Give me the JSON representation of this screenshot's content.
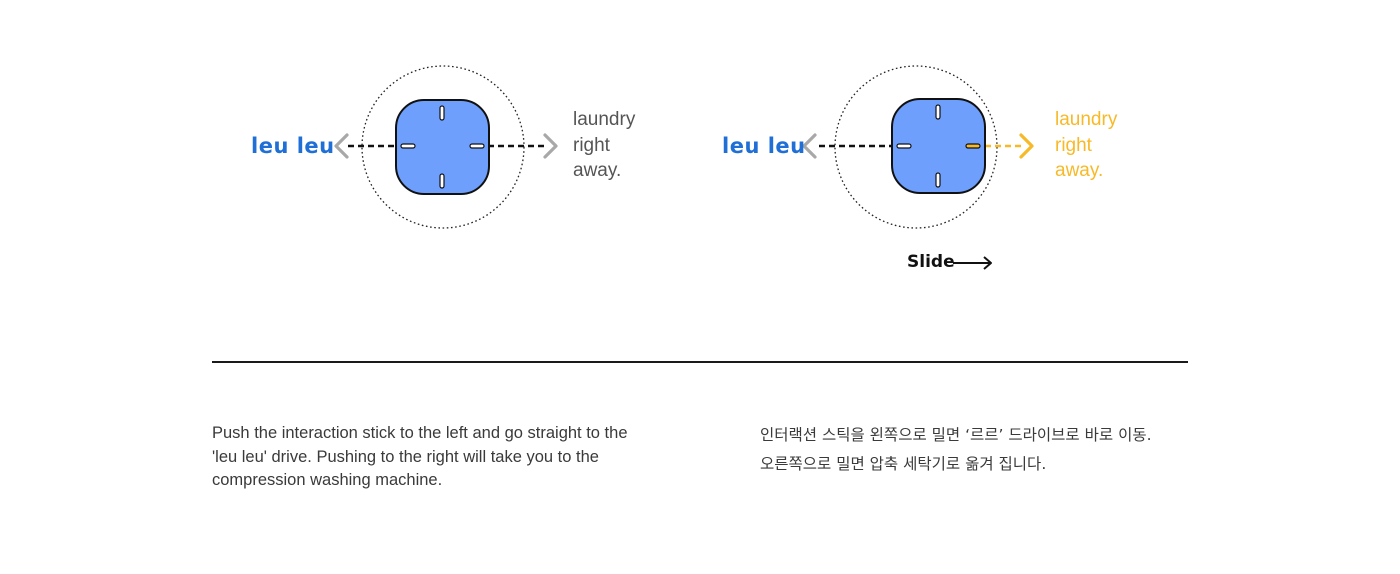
{
  "colors": {
    "knob_fill": "#6e9ffc",
    "left_text": "#1f6fd6",
    "neutral_text": "#555555",
    "arrow_gray": "#a8a8a8",
    "highlight": "#f7b928"
  },
  "diagram_left": {
    "left_label": "leu leu",
    "right_label_lines": [
      "laundry",
      "right",
      "away."
    ]
  },
  "diagram_right": {
    "left_label": "leu leu",
    "right_label_lines": [
      "laundry",
      "right",
      "away."
    ],
    "slide_label": "Slide"
  },
  "description": {
    "english": "Push the interaction stick to the left and go straight to the 'leu leu' drive. Pushing to the right will take you to the compression washing machine.",
    "korean_lines": [
      "인터랙션 스틱을 왼쪽으로 밀면 ‘르르’ 드라이브로 바로 이동.",
      "오른쪽으로 밀면 압축 세탁기로 옮겨 집니다."
    ]
  }
}
